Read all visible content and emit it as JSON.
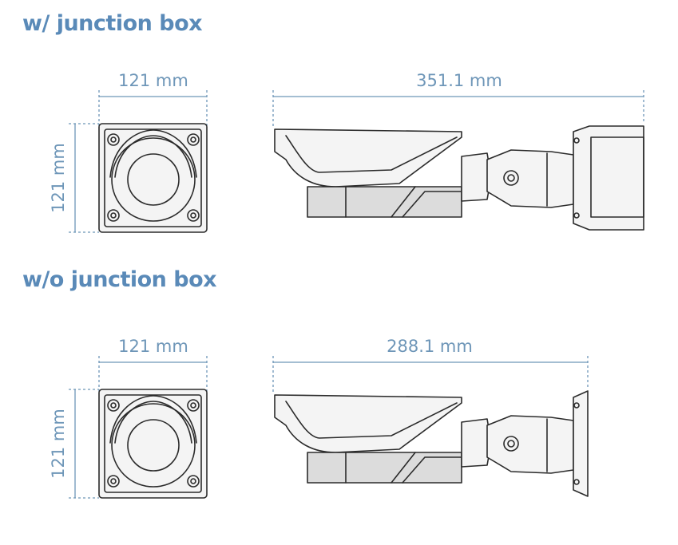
{
  "colors": {
    "heading": "#5a8ab8",
    "dimension": "#6e96b8",
    "outline": "#2b2b2b",
    "fill_light": "#f4f4f4",
    "fill_mid": "#dcdcdc"
  },
  "sections": [
    {
      "title": "w/ junction box",
      "front_view": {
        "width_label": "121 mm",
        "height_label": "121 mm"
      },
      "side_view": {
        "length_label": "351.1 mm"
      }
    },
    {
      "title": "w/o junction box",
      "front_view": {
        "width_label": "121 mm",
        "height_label": "121 mm"
      },
      "side_view": {
        "length_label": "288.1 mm"
      }
    }
  ]
}
